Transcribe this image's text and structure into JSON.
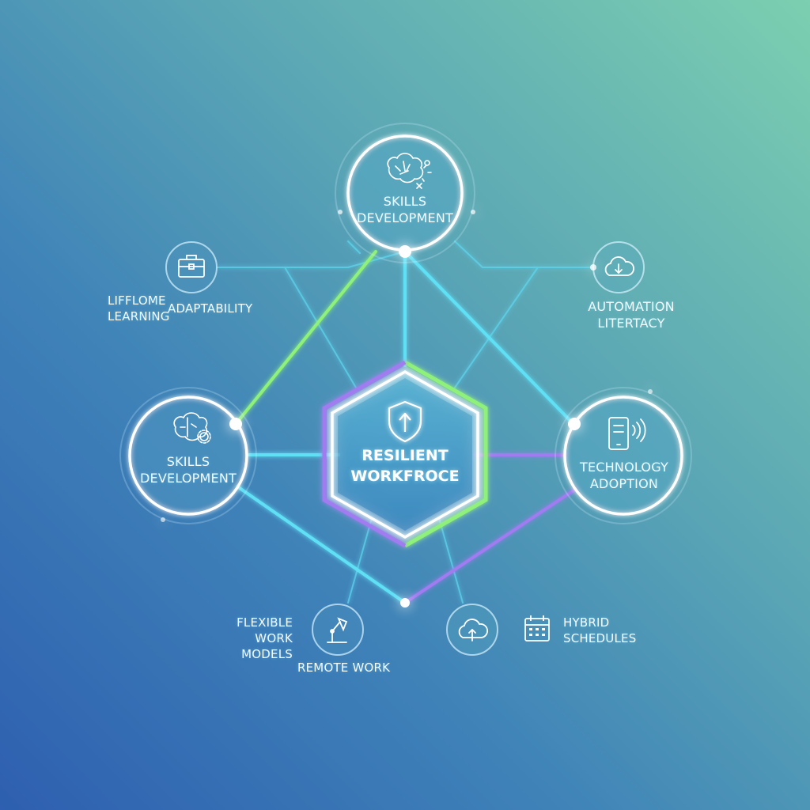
{
  "center": {
    "label": "RESILIENT\nWORKFROCE"
  },
  "nodes": {
    "top": {
      "label": "SKILLS\nDEVELOPMENT",
      "icon": "brain-icon"
    },
    "left": {
      "label": "SKILLS\nDEVELOPMENT",
      "icon": "brain-gear-icon"
    },
    "right": {
      "label": "TECHNOLOGY\nADOPTION",
      "icon": "smartphone-signal-icon"
    }
  },
  "minor": {
    "lifelong": {
      "label": "LIFFLOME\nLEARNING"
    },
    "adaptability": {
      "label": "ADAPTABILITY",
      "icon": "briefcase-icon"
    },
    "automation": {
      "label": "AUTOMATION\nLITERTACY",
      "icon": "cloud-download-icon"
    },
    "flexible": {
      "label": "FLEXIBLE\nWORK MODELS"
    },
    "remote": {
      "label": "REMOTE WORK",
      "icon": "desk-lamp-icon"
    },
    "upload": {
      "icon": "cloud-upload-icon"
    },
    "hybrid": {
      "label": "HYBRID\nSCHEDULES",
      "icon": "calendar-icon"
    }
  },
  "colors": {
    "cyan": "#5fe0f5",
    "green": "#8ff07a",
    "purple": "#a07cf0",
    "white": "#ffffff"
  }
}
